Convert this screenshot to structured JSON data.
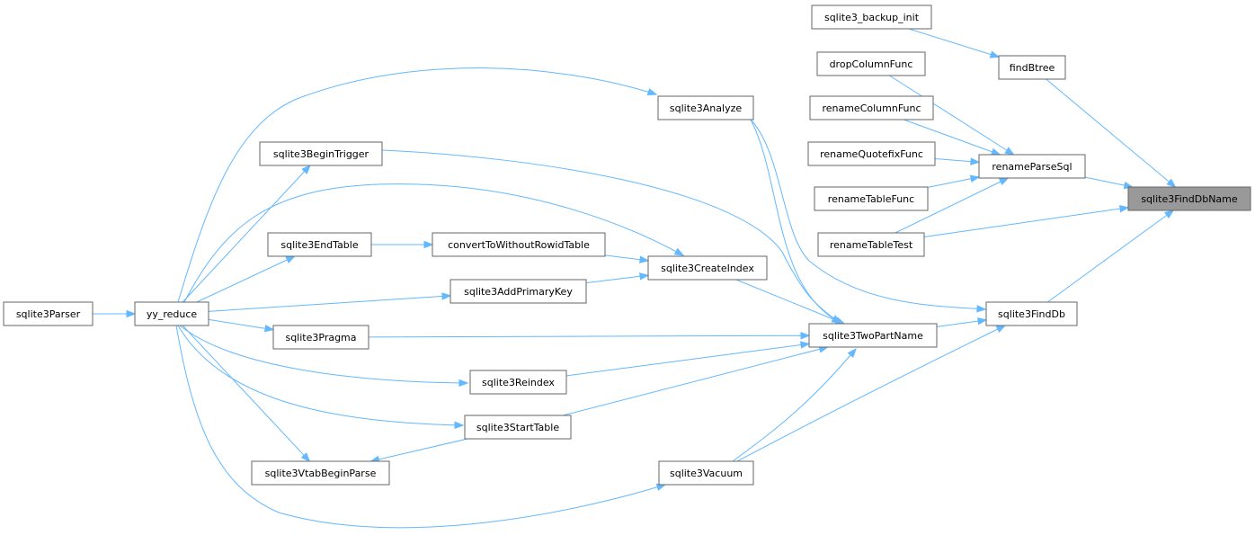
{
  "graph": {
    "nodes": [
      {
        "id": "sqlite3_backup_init",
        "label": "sqlite3_backup_init"
      },
      {
        "id": "findBtree",
        "label": "findBtree"
      },
      {
        "id": "dropColumnFunc",
        "label": "dropColumnFunc"
      },
      {
        "id": "renameColumnFunc",
        "label": "renameColumnFunc"
      },
      {
        "id": "renameQuotefixFunc",
        "label": "renameQuotefixFunc"
      },
      {
        "id": "renameParseSql",
        "label": "renameParseSql"
      },
      {
        "id": "renameTableFunc",
        "label": "renameTableFunc"
      },
      {
        "id": "renameTableTest",
        "label": "renameTableTest"
      },
      {
        "id": "sqlite3FindDbName",
        "label": "sqlite3FindDbName",
        "highlight": true
      },
      {
        "id": "sqlite3Analyze",
        "label": "sqlite3Analyze"
      },
      {
        "id": "sqlite3BeginTrigger",
        "label": "sqlite3BeginTrigger"
      },
      {
        "id": "sqlite3EndTable",
        "label": "sqlite3EndTable"
      },
      {
        "id": "convertToWithoutRowidTable",
        "label": "convertToWithoutRowidTable"
      },
      {
        "id": "sqlite3CreateIndex",
        "label": "sqlite3CreateIndex"
      },
      {
        "id": "sqlite3AddPrimaryKey",
        "label": "sqlite3AddPrimaryKey"
      },
      {
        "id": "sqlite3Parser",
        "label": "sqlite3Parser"
      },
      {
        "id": "yy_reduce",
        "label": "yy_reduce"
      },
      {
        "id": "sqlite3FindDb",
        "label": "sqlite3FindDb"
      },
      {
        "id": "sqlite3Pragma",
        "label": "sqlite3Pragma"
      },
      {
        "id": "sqlite3TwoPartName",
        "label": "sqlite3TwoPartName"
      },
      {
        "id": "sqlite3Reindex",
        "label": "sqlite3Reindex"
      },
      {
        "id": "sqlite3StartTable",
        "label": "sqlite3StartTable"
      },
      {
        "id": "sqlite3VtabBeginParse",
        "label": "sqlite3VtabBeginParse"
      },
      {
        "id": "sqlite3Vacuum",
        "label": "sqlite3Vacuum"
      }
    ],
    "edges": [
      {
        "from": "sqlite3_backup_init",
        "to": "findBtree"
      },
      {
        "from": "findBtree",
        "to": "sqlite3FindDbName"
      },
      {
        "from": "dropColumnFunc",
        "to": "renameParseSql"
      },
      {
        "from": "renameColumnFunc",
        "to": "renameParseSql"
      },
      {
        "from": "renameQuotefixFunc",
        "to": "renameParseSql"
      },
      {
        "from": "renameTableFunc",
        "to": "renameParseSql"
      },
      {
        "from": "renameTableTest",
        "to": "renameParseSql"
      },
      {
        "from": "renameParseSql",
        "to": "sqlite3FindDbName"
      },
      {
        "from": "renameTableTest",
        "to": "sqlite3FindDbName"
      },
      {
        "from": "sqlite3FindDb",
        "to": "sqlite3FindDbName"
      },
      {
        "from": "sqlite3Analyze",
        "to": "sqlite3FindDb"
      },
      {
        "from": "sqlite3Analyze",
        "to": "sqlite3TwoPartName"
      },
      {
        "from": "sqlite3BeginTrigger",
        "to": "sqlite3TwoPartName"
      },
      {
        "from": "sqlite3CreateIndex",
        "to": "sqlite3TwoPartName"
      },
      {
        "from": "sqlite3Pragma",
        "to": "sqlite3TwoPartName"
      },
      {
        "from": "sqlite3Reindex",
        "to": "sqlite3TwoPartName"
      },
      {
        "from": "sqlite3StartTable",
        "to": "sqlite3TwoPartName"
      },
      {
        "from": "sqlite3Vacuum",
        "to": "sqlite3TwoPartName"
      },
      {
        "from": "sqlite3Vacuum",
        "to": "sqlite3FindDb"
      },
      {
        "from": "sqlite3TwoPartName",
        "to": "sqlite3FindDb"
      },
      {
        "from": "sqlite3EndTable",
        "to": "convertToWithoutRowidTable"
      },
      {
        "from": "convertToWithoutRowidTable",
        "to": "sqlite3CreateIndex"
      },
      {
        "from": "sqlite3AddPrimaryKey",
        "to": "sqlite3CreateIndex"
      },
      {
        "from": "sqlite3Parser",
        "to": "yy_reduce"
      },
      {
        "from": "yy_reduce",
        "to": "sqlite3Analyze"
      },
      {
        "from": "yy_reduce",
        "to": "sqlite3BeginTrigger"
      },
      {
        "from": "yy_reduce",
        "to": "sqlite3CreateIndex"
      },
      {
        "from": "yy_reduce",
        "to": "sqlite3EndTable"
      },
      {
        "from": "yy_reduce",
        "to": "sqlite3AddPrimaryKey"
      },
      {
        "from": "yy_reduce",
        "to": "sqlite3Pragma"
      },
      {
        "from": "yy_reduce",
        "to": "sqlite3Reindex"
      },
      {
        "from": "yy_reduce",
        "to": "sqlite3StartTable"
      },
      {
        "from": "yy_reduce",
        "to": "sqlite3VtabBeginParse"
      },
      {
        "from": "yy_reduce",
        "to": "sqlite3Vacuum"
      },
      {
        "from": "sqlite3StartTable",
        "to": "sqlite3VtabBeginParse"
      }
    ]
  },
  "colors": {
    "edge": "#63b8ff",
    "node_border": "#666666",
    "highlight_fill": "#999999"
  }
}
